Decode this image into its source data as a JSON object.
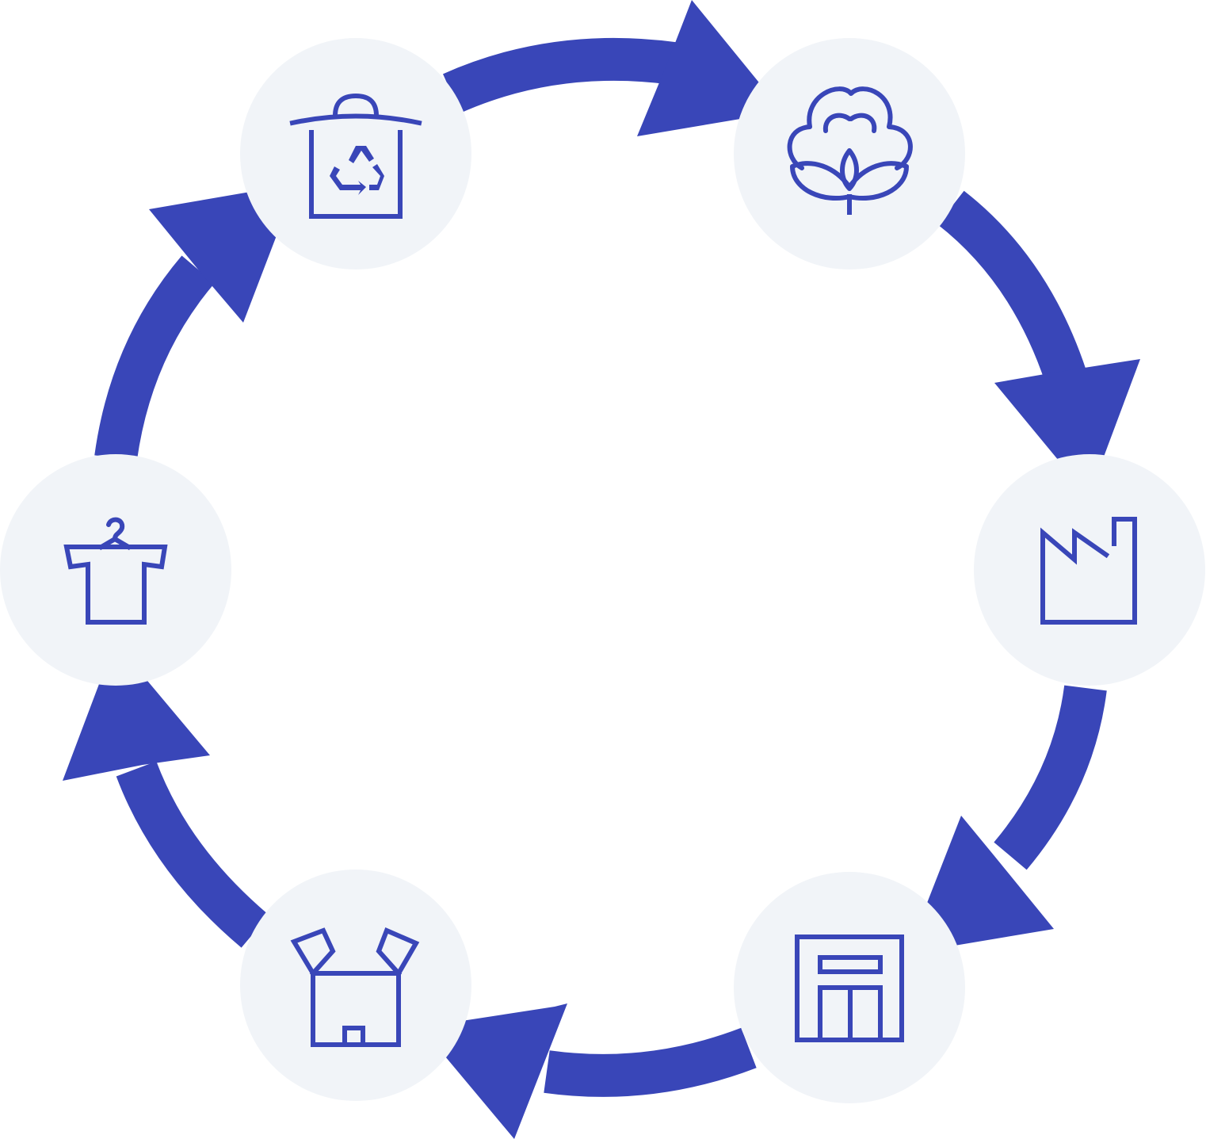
{
  "colors": {
    "accent": "#3946b8",
    "node_background": "#f1f4f8",
    "page_background": "#ffffff"
  },
  "diagram": {
    "type": "cycle",
    "nodes": [
      {
        "id": "cotton",
        "icon": "cotton-plant-icon"
      },
      {
        "id": "factory",
        "icon": "factory-icon"
      },
      {
        "id": "store",
        "icon": "store-icon"
      },
      {
        "id": "delivery",
        "icon": "open-box-icon"
      },
      {
        "id": "wear",
        "icon": "shirt-on-hanger-icon"
      },
      {
        "id": "recycle",
        "icon": "recycling-bin-icon"
      }
    ],
    "arrows": [
      {
        "from": "recycle",
        "to": "cotton"
      },
      {
        "from": "cotton",
        "to": "factory"
      },
      {
        "from": "factory",
        "to": "store"
      },
      {
        "from": "store",
        "to": "delivery"
      },
      {
        "from": "delivery",
        "to": "wear"
      },
      {
        "from": "wear",
        "to": "recycle"
      }
    ]
  }
}
